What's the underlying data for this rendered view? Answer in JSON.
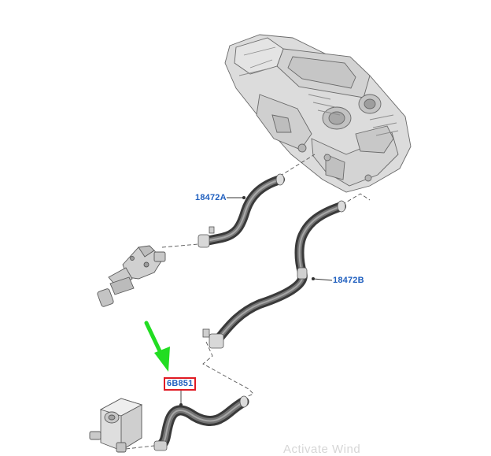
{
  "callouts": {
    "upper_hose": "18472A",
    "return_hose": "18472B",
    "lower_hose": "6B851"
  },
  "highlight": {
    "arrow_color": "#22dd22",
    "box_color": "#e01b24",
    "label_color": "#1f5fbf"
  },
  "watermark": "Activate Wind"
}
